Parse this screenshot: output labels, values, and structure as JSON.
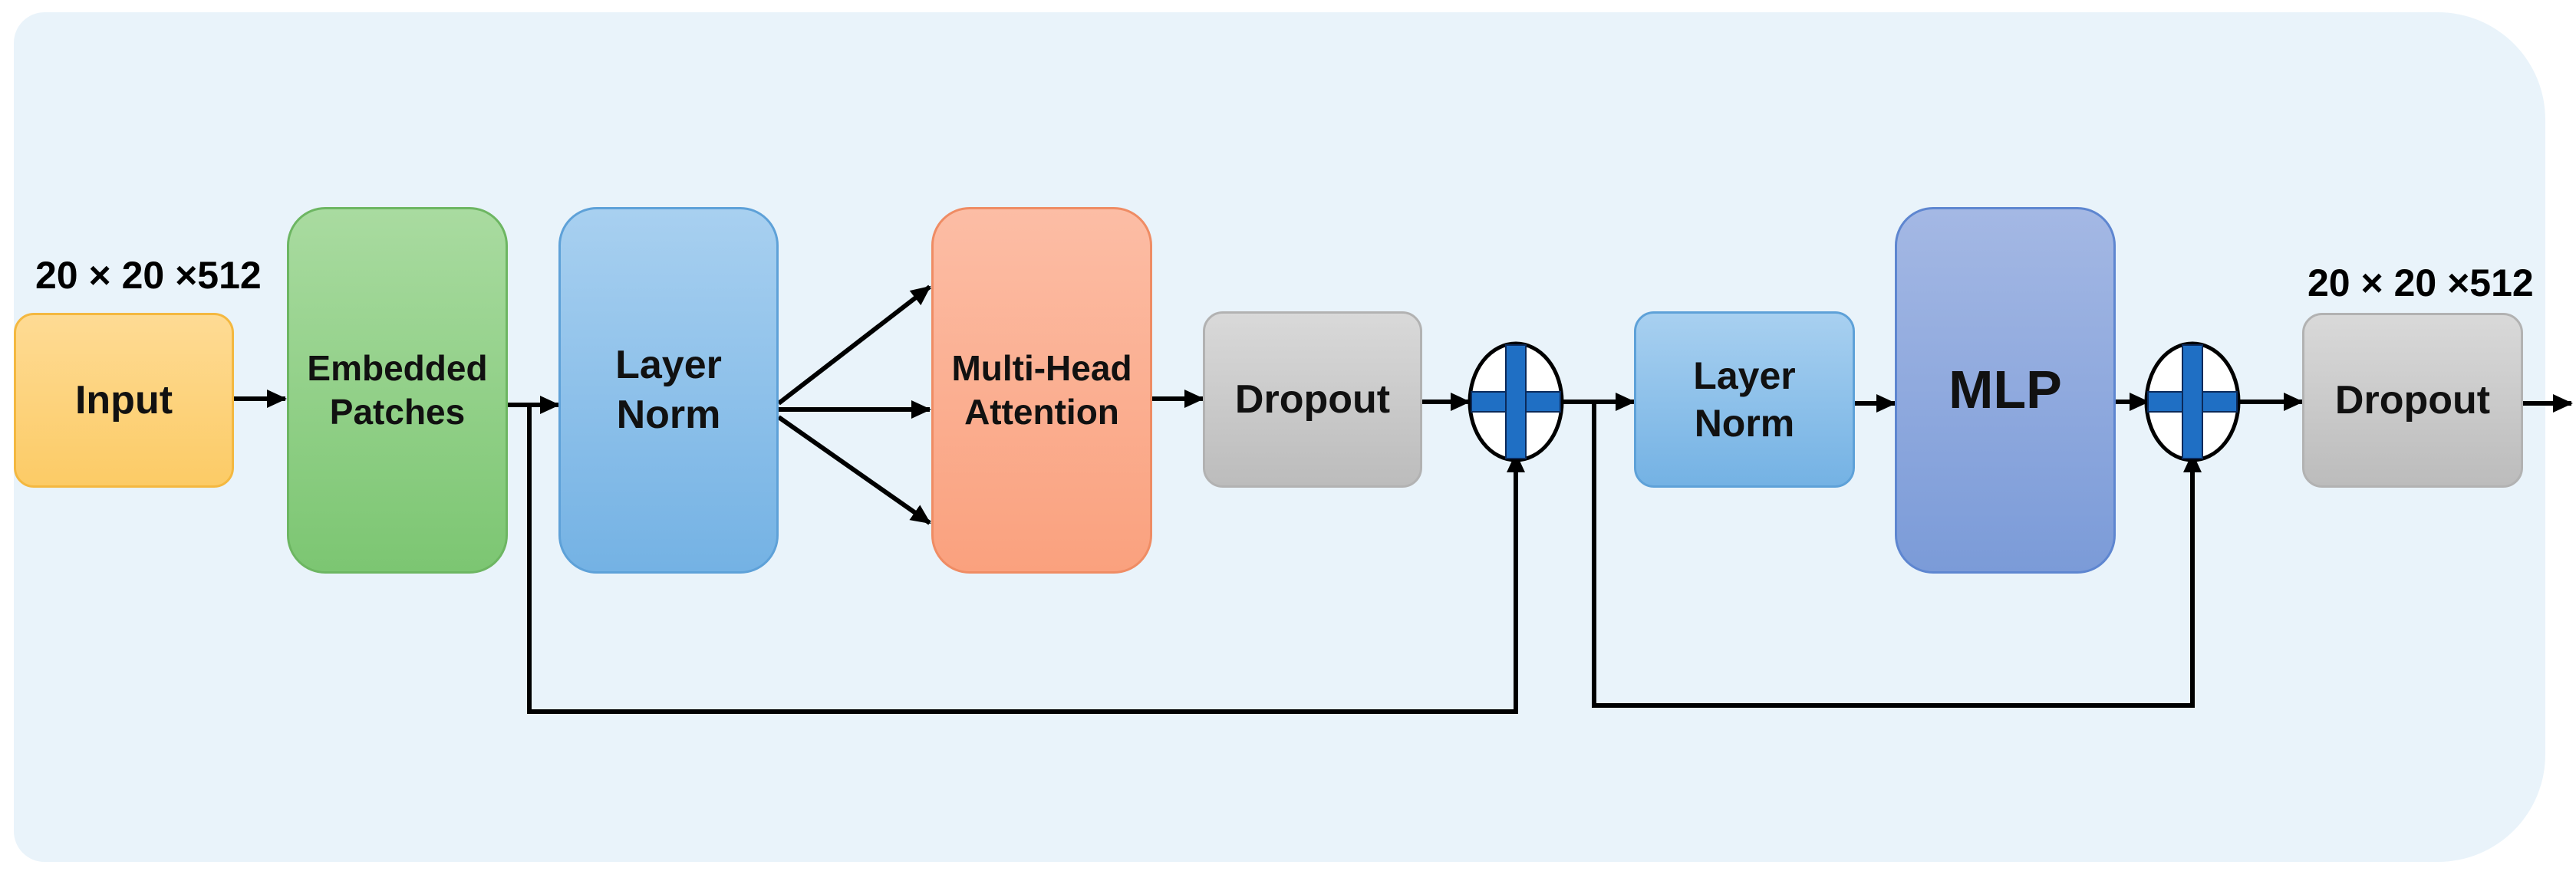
{
  "diagram": {
    "input_shape": "20 × 20 ×512",
    "output_shape": "20 × 20 ×512",
    "blocks": {
      "input": "Input",
      "embedded_patches": "Embedded\nPatches",
      "layer_norm_1": "Layer\nNorm",
      "multi_head_attention": "Multi-Head\nAttention",
      "dropout_1": "Dropout",
      "layer_norm_2": "Layer\nNorm",
      "mlp": "MLP",
      "dropout_2": "Dropout"
    }
  },
  "colors": {
    "input": "#fdd27a",
    "embedded_patches": "#8ecf82",
    "layer_norm": "#8dc0e8",
    "multi_head_attention": "#fba98a",
    "dropout": "#c9c9c9",
    "mlp": "#8aa6dc",
    "adder": "#1f6fc4",
    "panel": "#e9f3fa"
  }
}
